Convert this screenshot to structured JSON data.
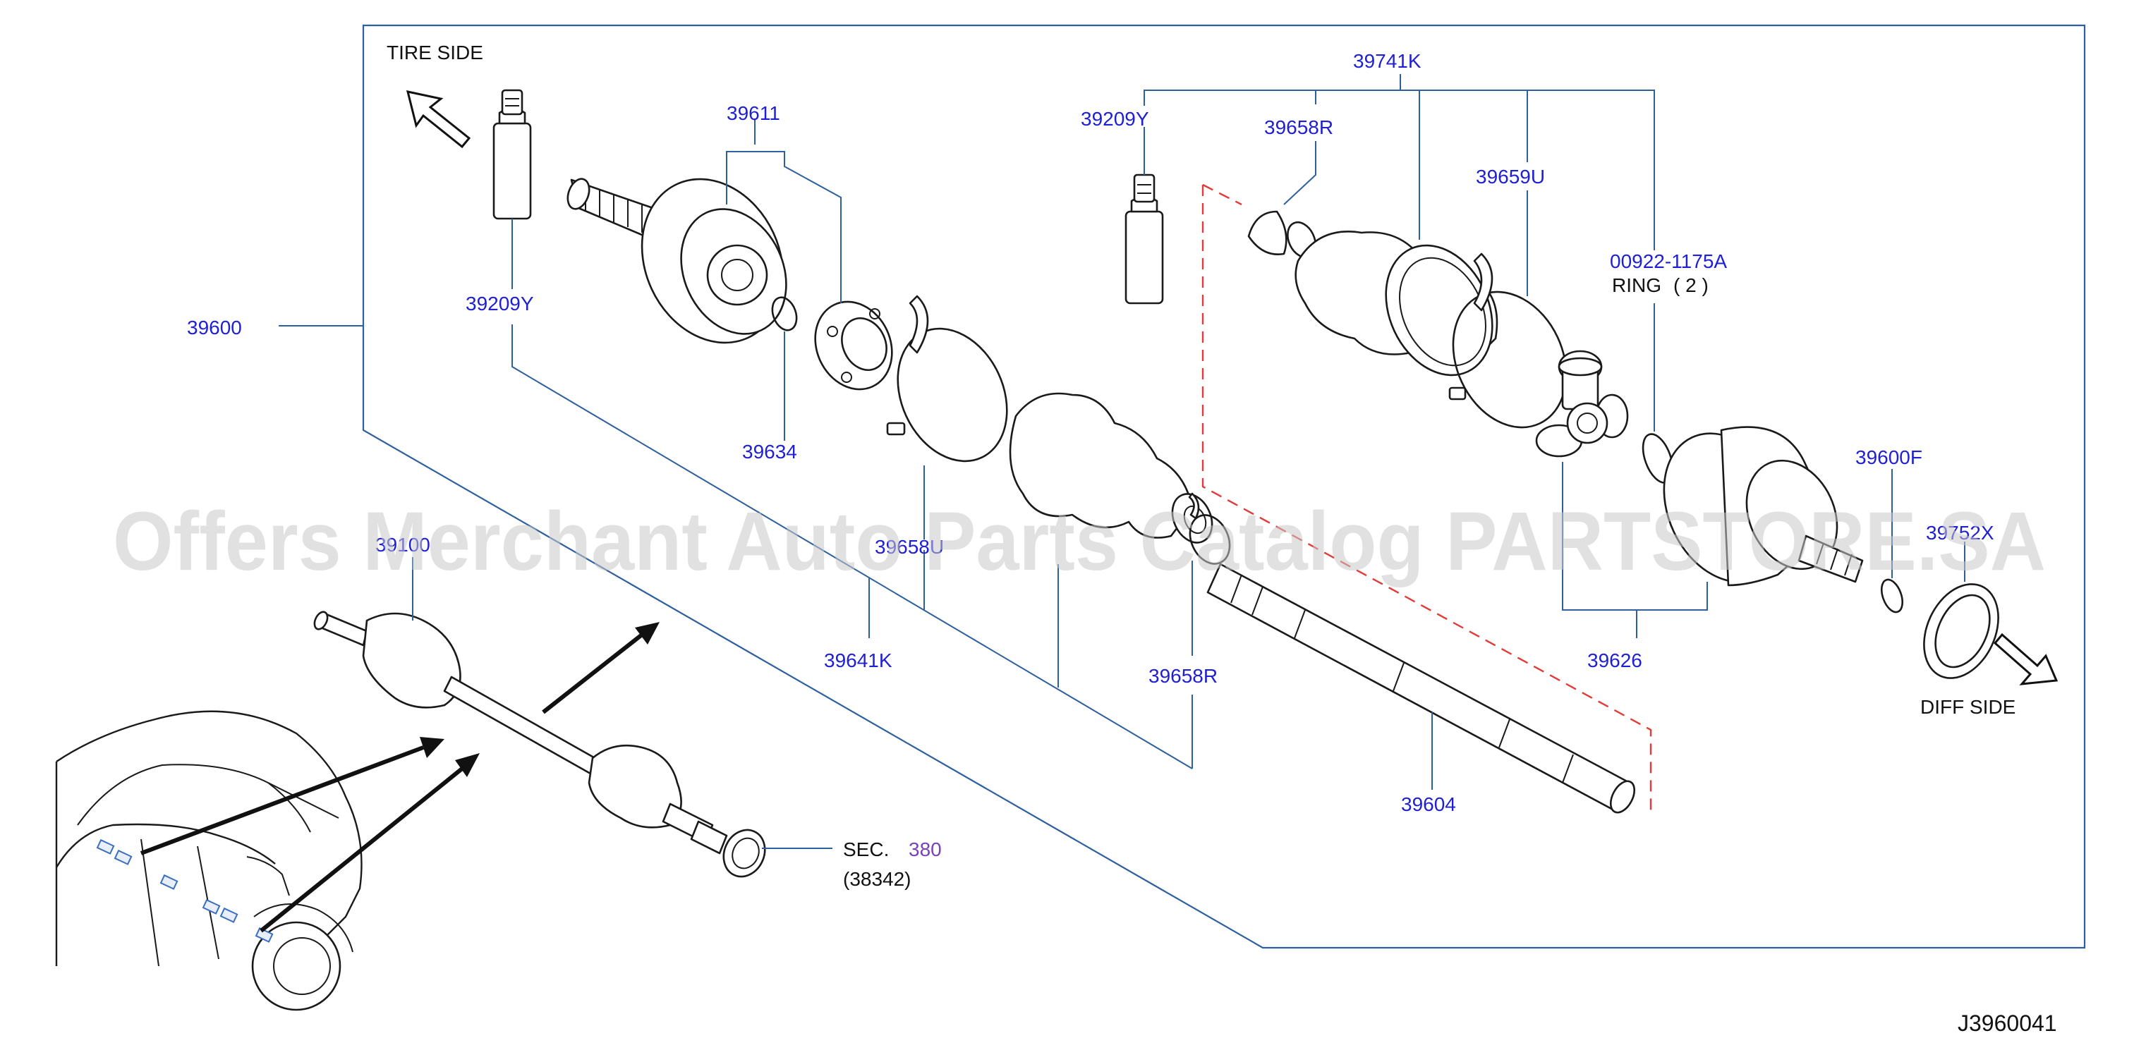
{
  "diagram_id": "J3960041",
  "watermark": "Offers Merchant Auto Parts Catalog PARTSTORE.SA",
  "colors": {
    "part_number": "#1f1fd6",
    "leader": "#2e5f9e",
    "dashed": "#e33a3a",
    "sec_highlight": "#7b3fbf"
  },
  "directions": {
    "tire_side": "TIRE   SIDE",
    "diff_side": "DIFF   SIDE"
  },
  "parts": {
    "p39600": "39600",
    "p39611": "39611",
    "p39209y_top": "39209Y",
    "p39209y_left": "39209Y",
    "p39634": "39634",
    "p39658u": "39658U",
    "p39641k": "39641K",
    "p39658r_top": "39658R",
    "p39658r_bottom": "39658R",
    "p39741k": "39741K",
    "p39659u": "39659U",
    "p00922": "00922-1175A",
    "ring_label": "RING",
    "ring_qty": "( 2 )",
    "p39626": "39626",
    "p39600f": "39600F",
    "p39752x": "39752X",
    "p39604": "39604",
    "p39100": "39100"
  },
  "section_ref": {
    "prefix": "SEC.",
    "number": "380",
    "sub": "(38342)"
  }
}
